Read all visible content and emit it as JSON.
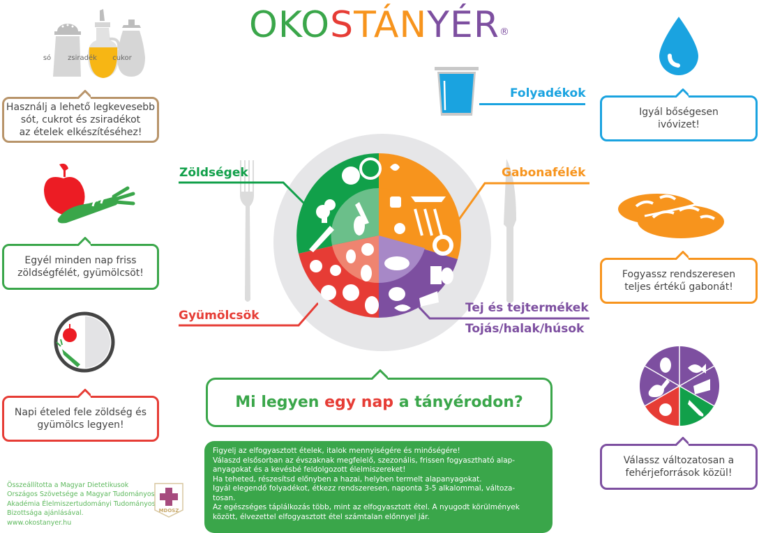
{
  "title": {
    "letters": [
      {
        "text": "OKO",
        "color": "#3aa64a"
      },
      {
        "text": "S",
        "color": "#e63c35"
      },
      {
        "text": "TÁN",
        "color": "#f7941d"
      },
      {
        "text": "YÉR",
        "color": "#7d4fa0"
      }
    ],
    "registered": "®"
  },
  "condiments": {
    "items": [
      {
        "label": "só",
        "color": "#cfcfcf"
      },
      {
        "label": "zsiradék",
        "color": "#f7b614"
      },
      {
        "label": "cukor",
        "color": "#cfcfcf"
      }
    ],
    "bubble": {
      "text": "Használj a lehető legkevesebb\nsót, cukrot és zsiradékot\naz ételek elkészítéséhez!",
      "color": "#b8946a"
    }
  },
  "fruit_veg": {
    "bubble": {
      "text": "Egyél minden nap friss\nzöldségfélét, gyümölcsöt!",
      "color": "#3aa64a"
    }
  },
  "half_plate": {
    "bubble": {
      "text": "Napi ételed fele zöldség és\ngyümölcs legyen!",
      "color": "#e63c35"
    }
  },
  "liquids": {
    "label": "Folyadékok",
    "color": "#1aa3e0",
    "bubble": {
      "text": "Igyál bőségesen\nivóvizet!",
      "color": "#1aa3e0"
    }
  },
  "grains": {
    "label": "Gabonafélék",
    "color": "#f7941d",
    "bubble": {
      "text": "Fogyassz rendszeresen\nteljes értékű gabonát!",
      "color": "#f7941d"
    }
  },
  "protein": {
    "label_line1": "Tej és tejtermékek",
    "label_line2": "Tojás/halak/húsok",
    "color": "#7d4fa0",
    "bubble": {
      "text": "Válassz változatosan a\nfehérjeforrások közül!",
      "color": "#7d4fa0"
    }
  },
  "vegetables": {
    "label": "Zöldségek",
    "color": "#11a04a"
  },
  "fruits": {
    "label": "Gyümölcsök",
    "color": "#e63c35"
  },
  "plate": {
    "segments": [
      {
        "name": "Zöldségek",
        "color": "#11a04a",
        "inner": "#6bbf8a"
      },
      {
        "name": "Gabonafélék",
        "color": "#f7941d",
        "inner": "#f7941d"
      },
      {
        "name": "Tej/Tojás/halak/húsok",
        "color": "#7d4fa0",
        "inner": "#a788c7"
      },
      {
        "name": "Gyümölcsök",
        "color": "#e63c35",
        "inner": "#ef8470"
      }
    ],
    "rim_color": "#e6e6e8"
  },
  "question": {
    "part1": "Mi legyen ",
    "part2": "egy nap",
    "part3": " a tányérodon?"
  },
  "info": {
    "text": "Figyelj az elfogyasztott ételek, italok mennyiségére és minőségére!\nVálaszd elsősorban az évszaknak megfelelő, szezonális, frissen fogyasztható alap-\nanyagokat és a kevésbé feldolgozott élelmiszereket!\nHa teheted, részesítsd előnyben a hazai, helyben termelt alapanyagokat.\nIgyál elegendő folyadékot, étkezz rendszeresen, naponta 3-5 alkalommal, változa-\ntosan.\nAz egészséges táplálkozás több, mint az elfogyasztott étel. A nyugodt körülmények\nközött, élvezettel elfogyasztott étel számtalan előnnyel jár."
  },
  "footer": {
    "lines": [
      "Összeállította a Magyar Dietetikusok",
      "Országos Szövetsége a Magyar Tudományos",
      "Akadémia Élelmiszertudományi Tudományos",
      "Bizottsága ajánlásával.",
      "www.okostanyer.hu"
    ],
    "logo_text": "MDOSZ"
  }
}
